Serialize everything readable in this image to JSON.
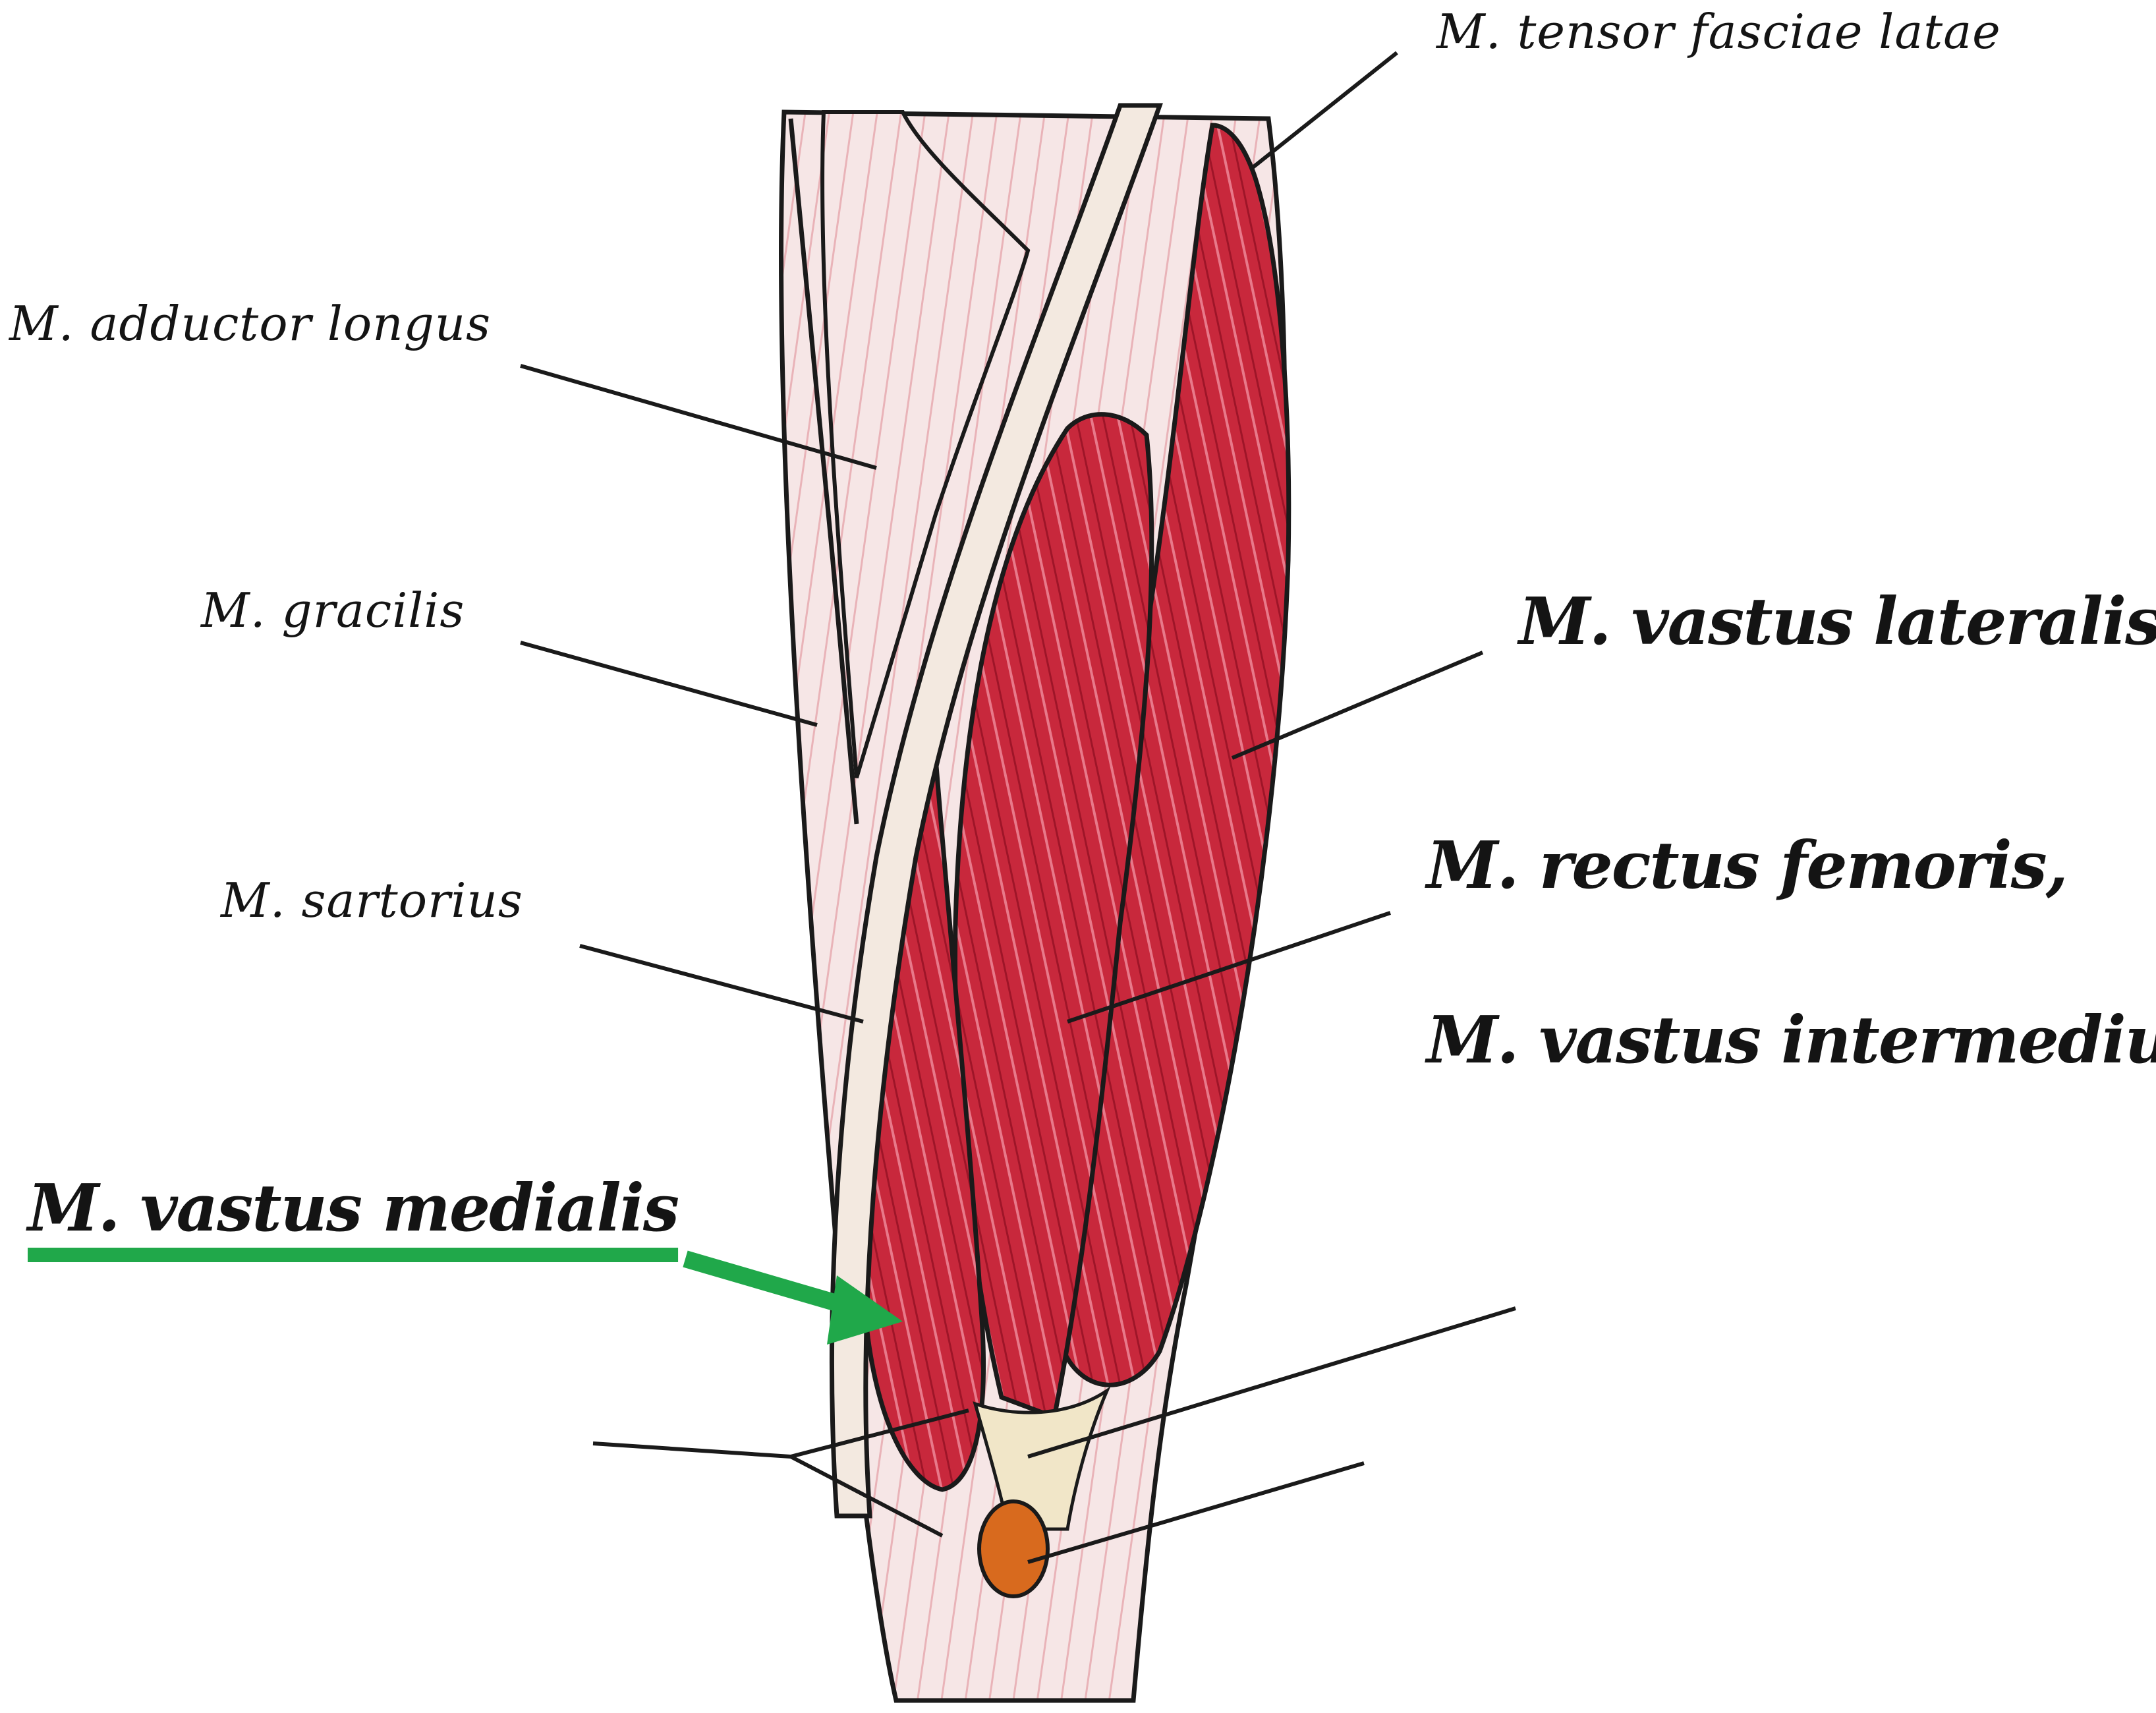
{
  "labels": {
    "tensor_fasciae_latae": "M. tensor fasciae latae",
    "adductor_longus": "M. adductor longus",
    "gracilis": "M. gracilis",
    "sartorius": "M. sartorius",
    "vastus_lateralis": "M. vastus lateralis",
    "rectus_femoris": "M. rectus femoris,",
    "vastus_intermedius": "M. vastus intermedius",
    "vastus_medialis": "M. vastus medialis"
  },
  "colors": {
    "muscle": "#c8283c",
    "muscle_dark": "#9e1528",
    "fascia": "#f4dede",
    "tendon": "#f1e6c8",
    "patella": "#d86a1e",
    "leader_line": "#1a1a1a",
    "highlight": "#20a84a"
  },
  "highlighted_label": "vastus_medialis"
}
